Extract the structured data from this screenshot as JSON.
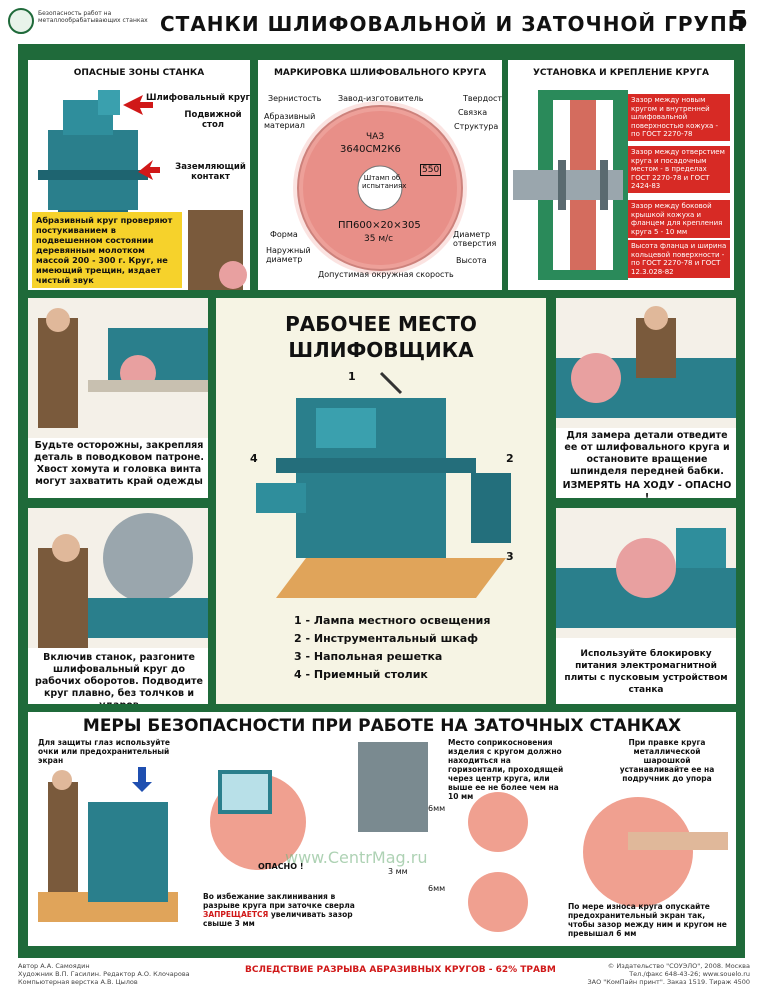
{
  "header": {
    "org": "Безопасность работ на металлообрабатывающих станках",
    "title": "СТАНКИ ШЛИФОВАЛЬНОЙ И ЗАТОЧНОЙ ГРУПП",
    "page": "5"
  },
  "danger": {
    "title": "ОПАСНЫЕ ЗОНЫ СТАНКА",
    "l1": "Шлифовальный круг",
    "l2": "Подвижной стол",
    "l3": "Заземляющий контакт",
    "note": "Абразивный круг проверяют постукиванием в подвешенном состоянии деревянным молотком массой 200 - 300 г. Круг, не имеющий трещин, издает чистый звук"
  },
  "marking": {
    "title": "МАРКИРОВКА ШЛИФОВАЛЬНОГО КРУГА",
    "l1": "Зернистость",
    "l2": "Завод-изготовитель",
    "l3": "Твердость",
    "l4": "Абразивный материал",
    "l5": "Связка",
    "l6": "Структура",
    "l7": "Форма",
    "l8": "Наружный диаметр",
    "l9": "Диаметр отверстия",
    "l10": "Высота",
    "l11": "Допустимая окружная скорость",
    "w1": "ЧАЗ",
    "w2": "3640СМ2К6",
    "w3": "Штамп об испытаниях",
    "w4": "ПП600×20×305",
    "w5": "35 м/с",
    "w6": "550"
  },
  "mount": {
    "title": "УСТАНОВКА И КРЕПЛЕНИЕ КРУГА",
    "n1": "Зазор между новым кругом и внутренней шлифовальной поверхностью кожуха - по ГОСТ 2270-78",
    "n2": "Зазор между отверстием круга и посадочным местом - в пределах ГОСТ 2270-78 и ГОСТ 2424-83",
    "n3": "Зазор между боковой крышкой кожуха и фланцем для крепления круга 5 - 10 мм",
    "n4": "Высота фланца и ширина кольцевой поверхности - по ГОСТ 2270-78 и ГОСТ 12.3.028-82"
  },
  "left1": "Будьте осторожны, закрепляя деталь в поводковом патроне. Хвост хомута и головка винта могут захватить край одежды",
  "left2": "Включив станок, разгоните шлифовальный круг до рабочих оборотов. Подводите круг плавно, без толчков и ударов",
  "center": {
    "title1": "РАБОЧЕЕ МЕСТО",
    "title2": "ШЛИФОВЩИКА",
    "n1": "1",
    "n2": "2",
    "n3": "3",
    "n4": "4",
    "items": [
      "1 - Лампа местного освещения",
      "2 - Инструментальный шкаф",
      "3 - Напольная решетка",
      "4 - Приемный столик"
    ]
  },
  "right1": {
    "text": "Для замера детали отведите ее от шлифовального круга и остановите вращение шпинделя передней бабки.",
    "warn": "ИЗМЕРЯТЬ НА ХОДУ - ОПАСНО !"
  },
  "right2": "Используйте блокировку питания электромагнитной плиты с пусковым устройством станка",
  "bottom": {
    "title": "МЕРЫ БЕЗОПАСНОСТИ ПРИ РАБОТЕ НА ЗАТОЧНЫХ СТАНКАХ",
    "t1": "Для защиты глаз используйте очки или предохранительный экран",
    "t2": "Место соприкосновения изделия с кругом должно находиться на горизонтали, проходящей через центр круга, или выше ее не более чем на 10 мм",
    "t3": "При правке круга металлической шарошкой устанавливайте ее на подручник до упора",
    "t4": "Во избежание заклинивания в разрыве круга при заточке сверла",
    "t4r": "ЗАПРЕЩАЕТСЯ",
    "t4b": "увеличивать зазор свыше 3 мм",
    "t5": "По мере износа круга опускайте предохранительный экран так, чтобы зазор между ним и кругом не превышал 6 мм",
    "opasno": "ОПАСНО !",
    "m1": "6мм",
    "m2": "3 мм",
    "m3": "6мм"
  },
  "footer": {
    "left": "Автор А.А. Самоядин\nХудожник В.П. Гасилин. Редактор А.О. Клочарова\nКомпьютерная верстка А.В. Цылов",
    "center": "ВСЛЕДСТВИЕ РАЗРЫВА АБРАЗИВНЫХ КРУГОВ - 62% ТРАВМ",
    "right": "© Издательство \"СОУЭЛО\", 2008. Москва\nТел./факс 648-43-26; www.souelo.ru\nЗАО \"КомПайн принт\". Заказ 1519. Тираж 4500",
    "watermark": "www.CentrMag.ru"
  }
}
